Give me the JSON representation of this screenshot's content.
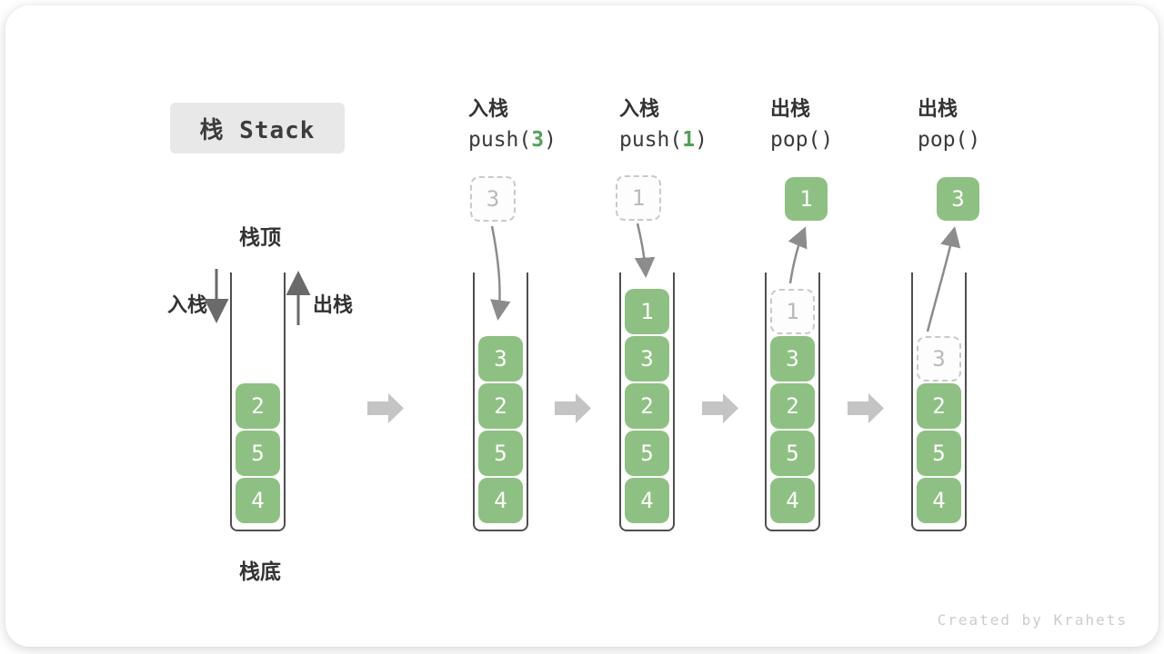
{
  "title": "栈 Stack",
  "legend": {
    "top_label": "栈顶",
    "bottom_label": "栈底",
    "push_label": "入栈",
    "pop_label": "出栈"
  },
  "initial_stack": {
    "cells": [
      "2",
      "5",
      "4"
    ]
  },
  "operations": [
    {
      "name": "入栈",
      "code_pre": "push(",
      "code_arg": "3",
      "code_post": ")",
      "floating": {
        "value": "3",
        "style": "ghost"
      },
      "stack": [
        {
          "value": "3",
          "style": "solid"
        },
        {
          "value": "2",
          "style": "solid"
        },
        {
          "value": "5",
          "style": "solid"
        },
        {
          "value": "4",
          "style": "solid"
        }
      ]
    },
    {
      "name": "入栈",
      "code_pre": "push(",
      "code_arg": "1",
      "code_post": ")",
      "floating": {
        "value": "1",
        "style": "ghost"
      },
      "stack": [
        {
          "value": "1",
          "style": "solid"
        },
        {
          "value": "3",
          "style": "solid"
        },
        {
          "value": "2",
          "style": "solid"
        },
        {
          "value": "5",
          "style": "solid"
        },
        {
          "value": "4",
          "style": "solid"
        }
      ]
    },
    {
      "name": "出栈",
      "code_pre": "pop(",
      "code_arg": "",
      "code_post": ")",
      "floating": {
        "value": "1",
        "style": "solid"
      },
      "stack": [
        {
          "value": "1",
          "style": "ghost"
        },
        {
          "value": "3",
          "style": "solid"
        },
        {
          "value": "2",
          "style": "solid"
        },
        {
          "value": "5",
          "style": "solid"
        },
        {
          "value": "4",
          "style": "solid"
        }
      ]
    },
    {
      "name": "出栈",
      "code_pre": "pop(",
      "code_arg": "",
      "code_post": ")",
      "floating": {
        "value": "3",
        "style": "solid"
      },
      "stack": [
        {
          "value": "3",
          "style": "ghost"
        },
        {
          "value": "2",
          "style": "solid"
        },
        {
          "value": "5",
          "style": "solid"
        },
        {
          "value": "4",
          "style": "solid"
        }
      ]
    }
  ],
  "watermark": "Created by Krahets",
  "colors": {
    "cell_green": "#8FC083",
    "code_arg_green": "#53a158",
    "ghost_border": "#c9c9c9",
    "ghost_text": "#b9b9b9",
    "container_border": "#4f4f4f",
    "block_arrow": "#c4c4c4",
    "curved_arrow": "#8c8c8c",
    "title_bg": "#e8e8e8",
    "text_dark": "#333333"
  }
}
